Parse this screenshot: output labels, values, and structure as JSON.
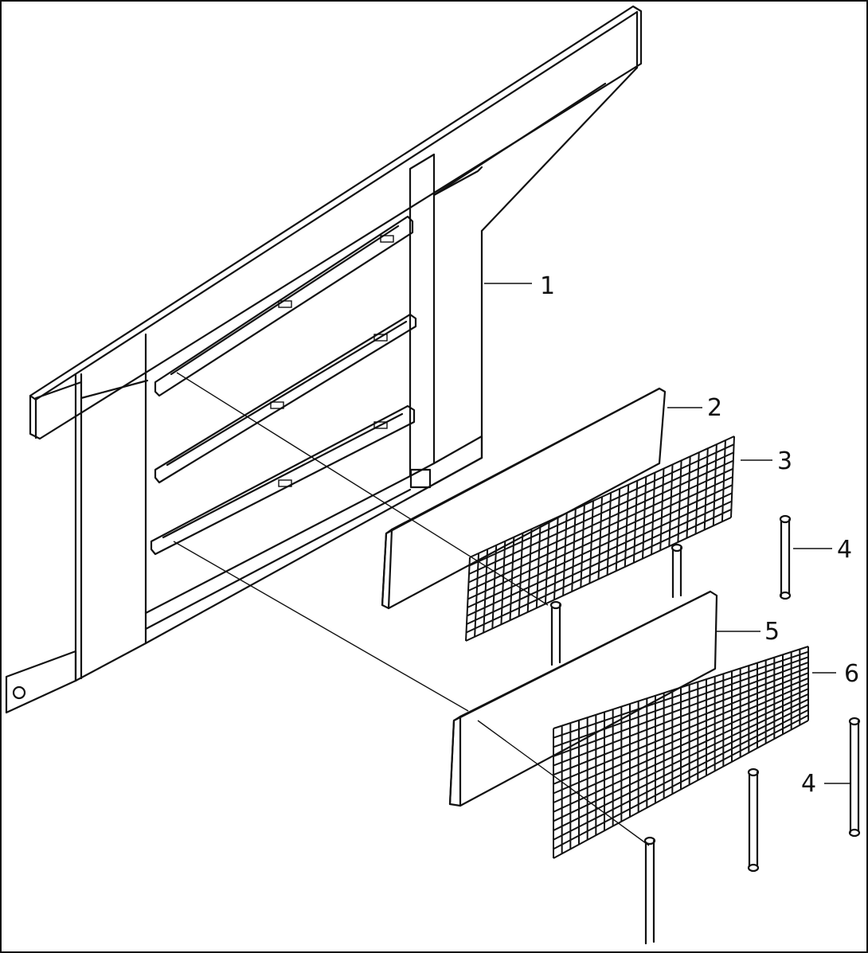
{
  "diagram": {
    "callouts": [
      {
        "id": "c1",
        "label": "1"
      },
      {
        "id": "c2",
        "label": "2"
      },
      {
        "id": "c3",
        "label": "3"
      },
      {
        "id": "c4a",
        "label": "4"
      },
      {
        "id": "c5",
        "label": "5"
      },
      {
        "id": "c6",
        "label": "6"
      },
      {
        "id": "c4b",
        "label": "4"
      }
    ]
  }
}
